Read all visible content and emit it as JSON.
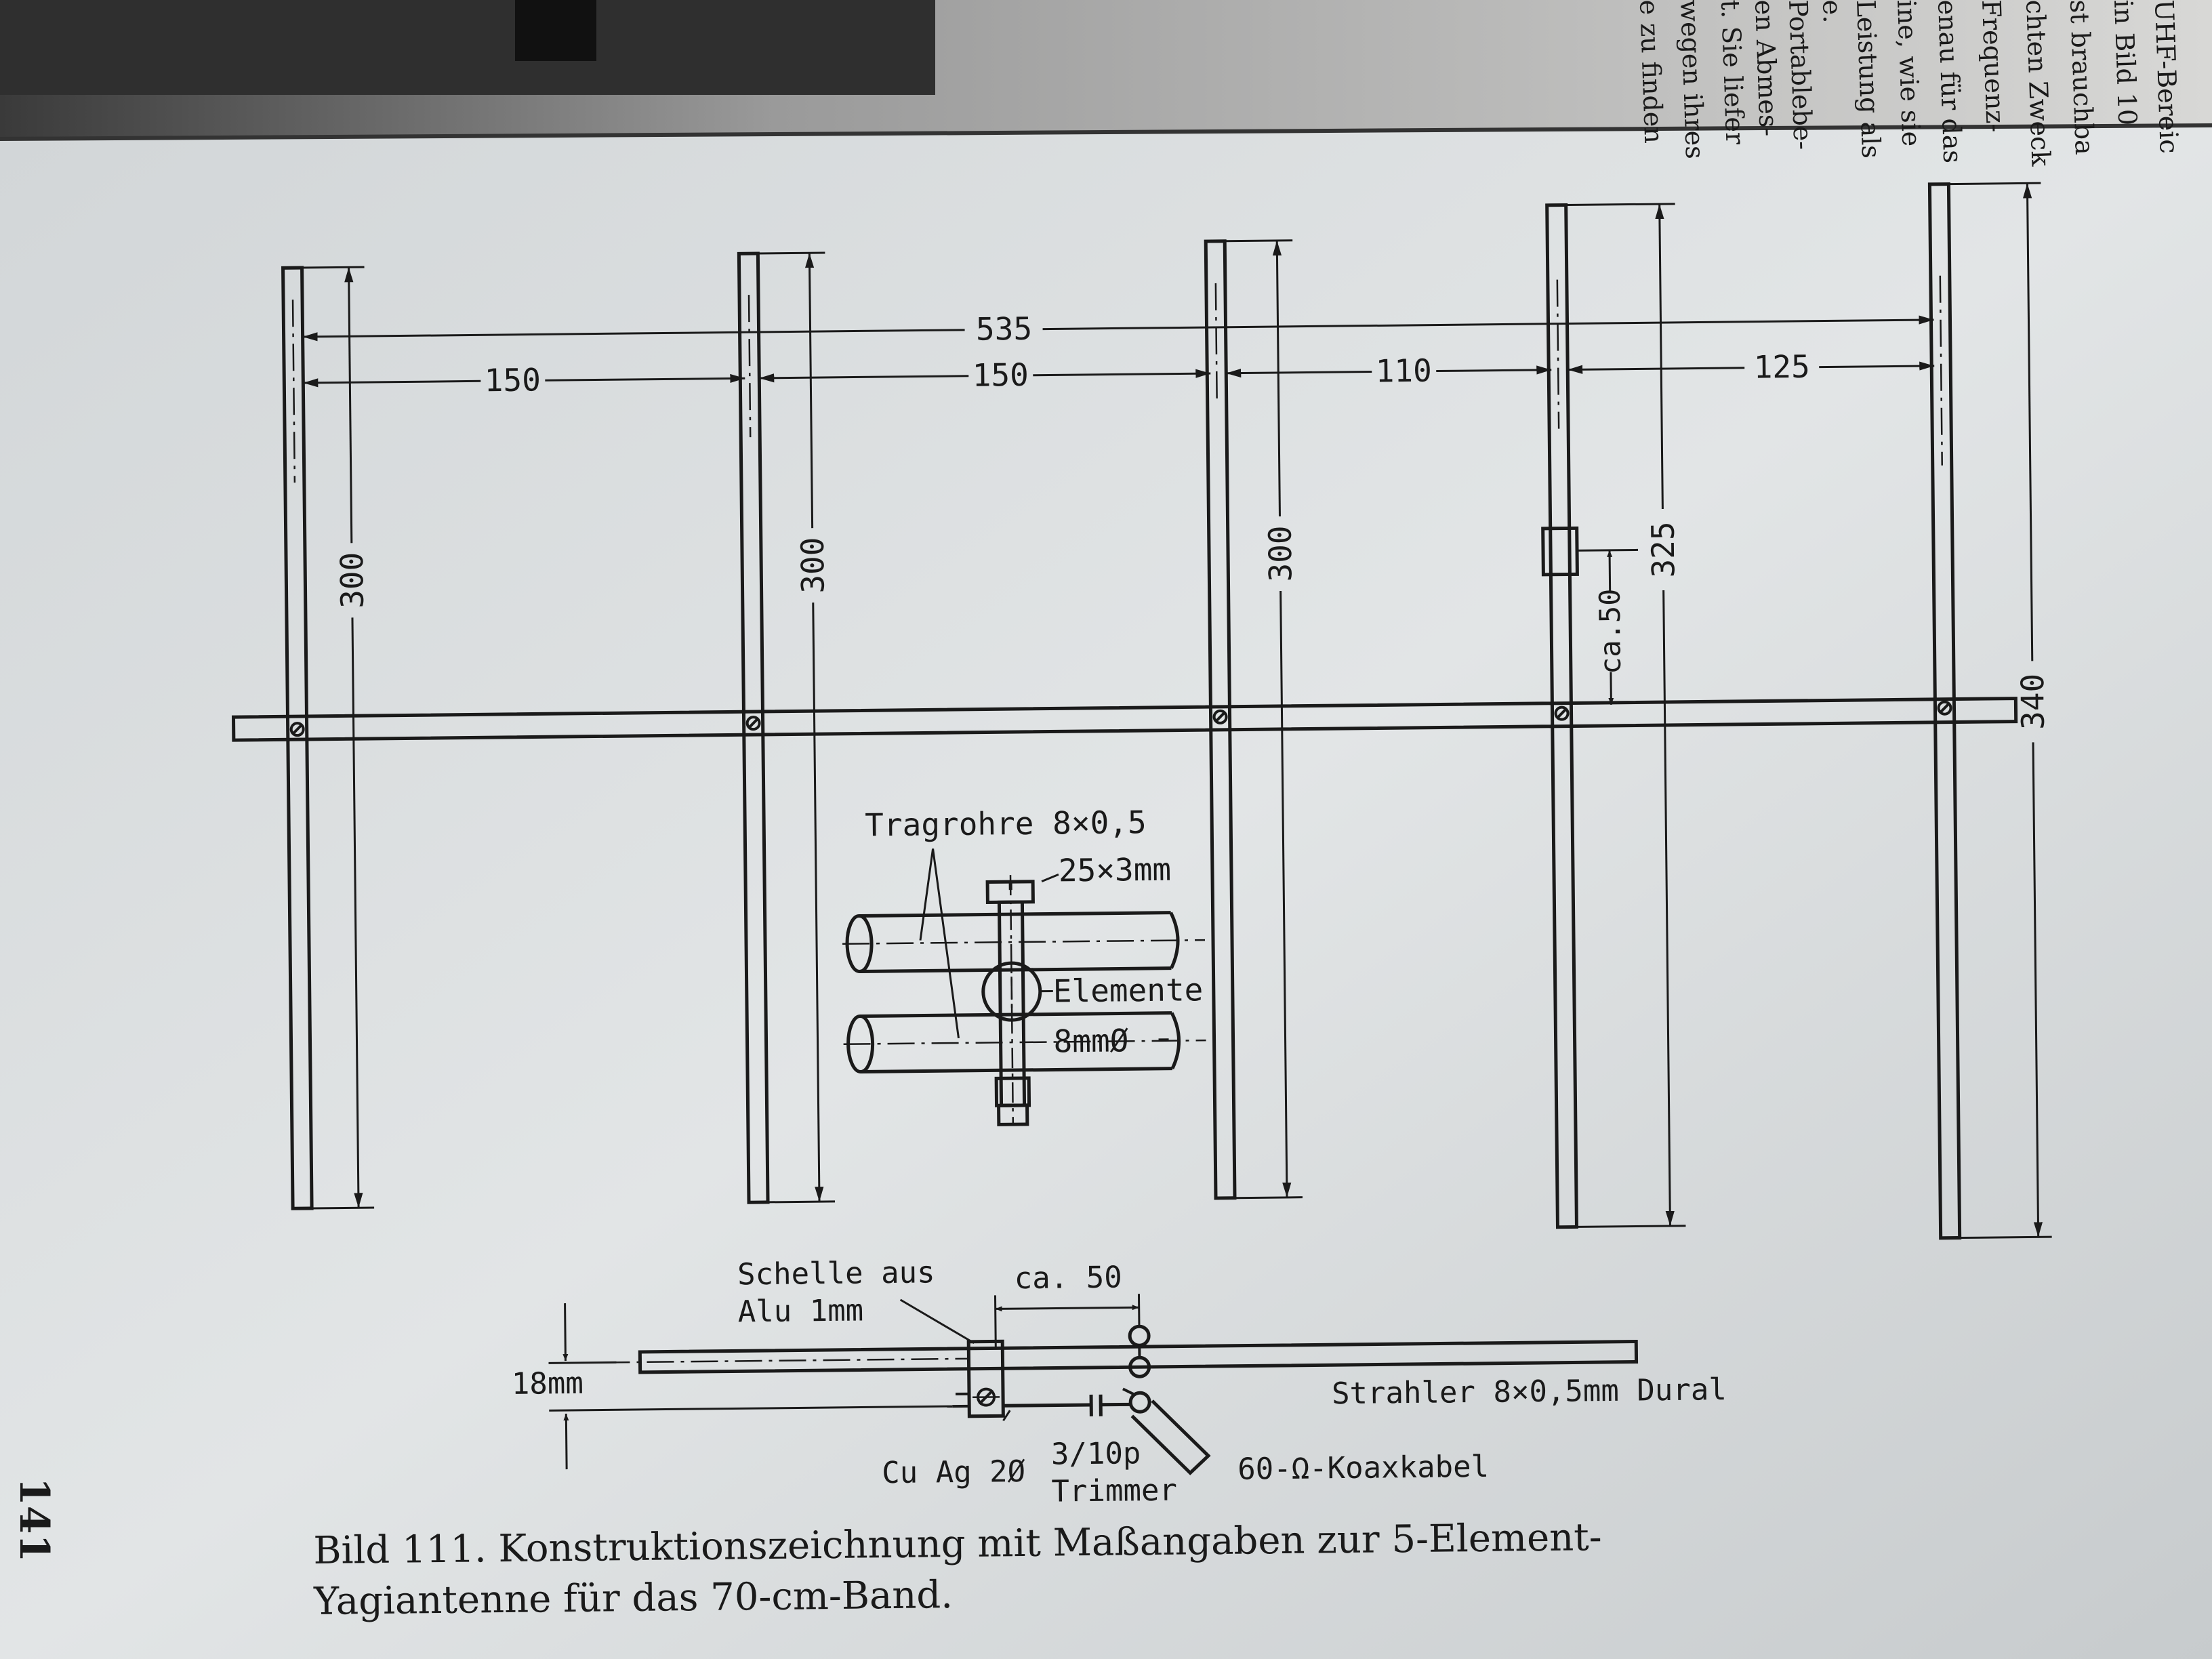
{
  "figure": {
    "caption_line1": "Bild 111. Konstruktionszeichnung mit Maßangaben zur 5-Element-",
    "caption_line2": "Yagiantenne für das 70-cm-Band.",
    "page_number": "141"
  },
  "facing_page": {
    "lines": [
      "UHF-Bereic",
      "in Bild 10",
      "st brauchba",
      "chten Zweck",
      "Frequenz-",
      "enau für das",
      "ine, wie sie",
      "Leistung als",
      "e.",
      "Portablebe-",
      "en Abmes-",
      "t. Sie liefer",
      "wegen ihres",
      "e zu finden"
    ]
  },
  "dimensions": {
    "total_spacing": "535",
    "spacing_1": "150",
    "spacing_2": "150",
    "spacing_3": "110",
    "spacing_4": "125",
    "element_1_length": "300",
    "element_2_length": "300",
    "element_3_length": "300",
    "element_4_length": "325",
    "element_5_length": "340",
    "feed_offset": "ca.50"
  },
  "detail_mount": {
    "tube_label": "Tragrohre 8×0,5",
    "screw_label": "25×3mm",
    "element_label": "Elemente",
    "element_dia": "8mmØ"
  },
  "detail_radiator": {
    "clamp_line1": "Schelle aus",
    "clamp_line2": "Alu 1mm",
    "spacing": "ca. 50",
    "gap": "18mm",
    "radiator_label": "Strahler 8×0,5mm Dural",
    "wire_label": "Cu Ag 2Ø",
    "trimmer_line1": "3/10p",
    "trimmer_line2": "Trimmer",
    "coax_label": "60-Ω-Koaxkabel"
  }
}
